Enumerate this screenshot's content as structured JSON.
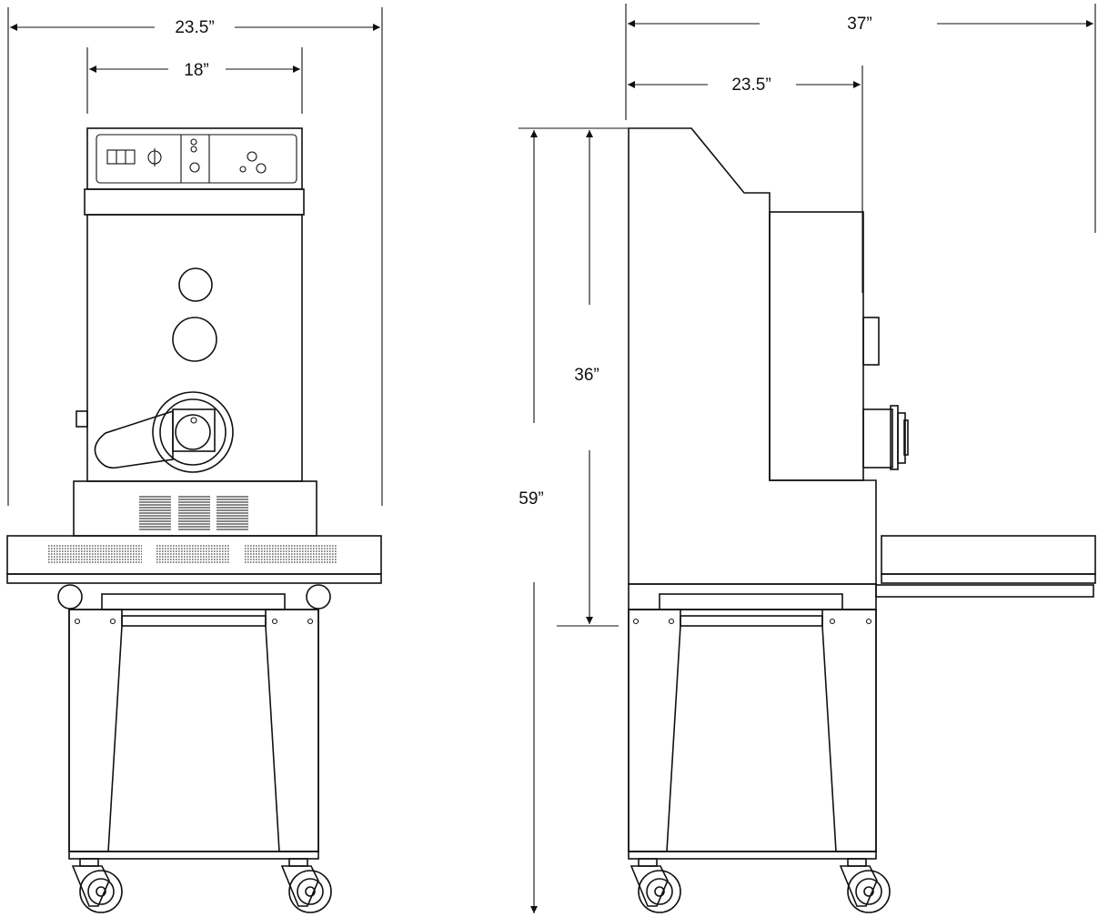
{
  "dimensions": {
    "front_overall_width": "23.5”",
    "front_body_width": "18”",
    "side_overall_depth": "37”",
    "side_body_depth": "23.5”",
    "side_machine_height": "36”",
    "side_total_height": "59”"
  },
  "colors": {
    "line": "#111111",
    "background": "#ffffff"
  }
}
